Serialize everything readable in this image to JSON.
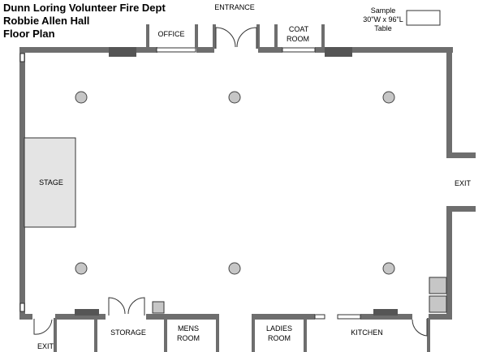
{
  "title": {
    "line1": "Dunn Loring Volunteer Fire Dept",
    "line2": "Robbie Allen Hall",
    "line3": "Floor Plan"
  },
  "sample_table": {
    "line1": "Sample",
    "line2": "30\"W x 96\"L",
    "line3": "Table"
  },
  "rooms": {
    "entrance": "ENTRANCE",
    "office": "OFFICE",
    "coat_line1": "COAT",
    "coat_line2": "ROOM",
    "stage": "STAGE",
    "exit_right": "EXIT",
    "exit_bottom_left": "EXIT",
    "storage": "STORAGE",
    "mens_line1": "MENS",
    "mens_line2": "ROOM",
    "ladies_line1": "LADIES",
    "ladies_line2": "ROOM",
    "kitchen": "KITCHEN"
  },
  "colors": {
    "wall": "#6e6e6e",
    "stage_fill": "#e4e4e4",
    "column_fill": "#c6c6c6",
    "line": "#333333"
  }
}
